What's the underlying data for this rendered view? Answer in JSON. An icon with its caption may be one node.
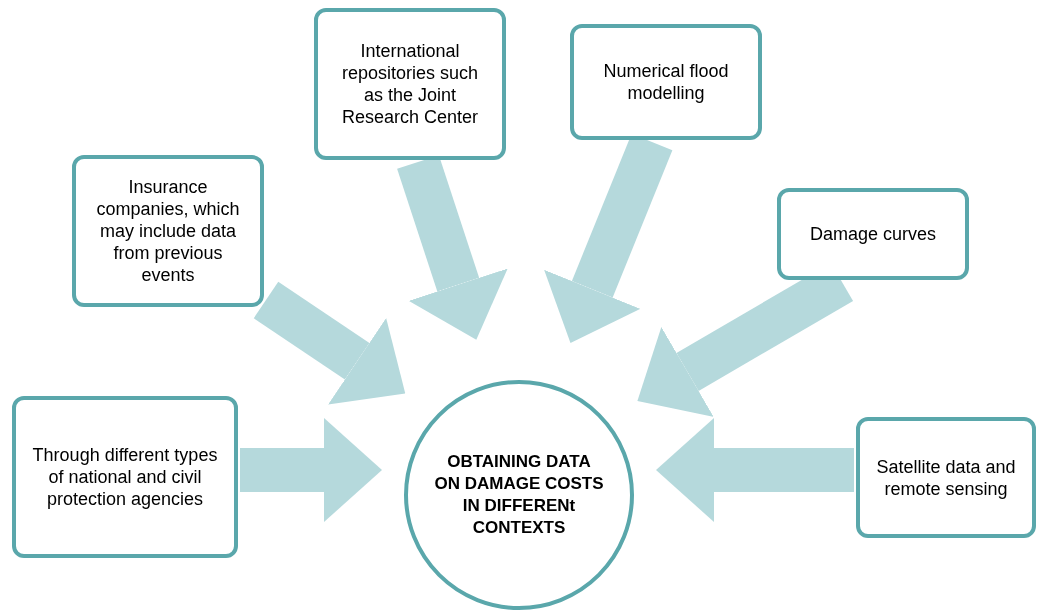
{
  "diagram": {
    "nodes": [
      {
        "text": [
          "Through different types of national and civil protection agencies"
        ]
      },
      {
        "text": [
          "Insurance companies, which may include data from previous events"
        ]
      },
      {
        "text": [
          "International repositories such as the Joint Research Center"
        ]
      },
      {
        "text": [
          "Numerical flood modelling"
        ]
      },
      {
        "text": [
          "Damage curves"
        ]
      },
      {
        "text": [
          "Satellite data and remote sensing"
        ]
      },
      {
        "text": [
          "OBTAINING DATA ON DAMAGE COSTS IN DIFFERENt CONTEXTS"
        ]
      }
    ],
    "edges": [
      {
        "from": 0,
        "to": 6,
        "arrow": "to"
      },
      {
        "from": 1,
        "to": 6,
        "arrow": "to"
      },
      {
        "from": 2,
        "to": 6,
        "arrow": "to"
      },
      {
        "from": 3,
        "to": 6,
        "arrow": "to"
      },
      {
        "from": 4,
        "to": 6,
        "arrow": "to"
      },
      {
        "from": 5,
        "to": 6,
        "arrow": "to"
      }
    ]
  }
}
